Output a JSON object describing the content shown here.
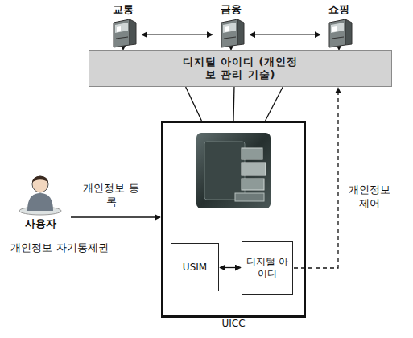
{
  "diagram": {
    "nodes": [
      {
        "text": [
          "교통"
        ]
      },
      {
        "text": [
          "금융"
        ]
      },
      {
        "text": [
          "쇼핑"
        ]
      },
      {
        "text": [
          "디지털 아이디 (개인정보 관리 기술)"
        ]
      },
      {
        "text": [
          "사용자"
        ]
      },
      {
        "text": [
          "UICC"
        ]
      },
      {
        "text": [
          "USIM"
        ],
        "in": 5
      },
      {
        "text": [
          "디지털 아이디"
        ],
        "in": 5
      }
    ],
    "edges": [
      {
        "from": 0,
        "to": 1,
        "arrow": "both"
      },
      {
        "from": 1,
        "to": 2,
        "arrow": "both"
      },
      {
        "from": 3,
        "to": 0,
        "arrow": "to"
      },
      {
        "from": 3,
        "to": 1,
        "arrow": "to"
      },
      {
        "from": 3,
        "to": 2,
        "arrow": "to"
      },
      {
        "from": 5,
        "to": 3,
        "arrow": "none"
      },
      {
        "from": 5,
        "to": 3,
        "arrow": "none"
      },
      {
        "from": 5,
        "to": 3,
        "arrow": "none"
      },
      {
        "from": 4,
        "to": 5,
        "label": "개인정보 등록",
        "arrow": "to"
      },
      {
        "from": 6,
        "to": 7,
        "arrow": "both"
      },
      {
        "from": 7,
        "to": 3,
        "label": "개인정보 제어",
        "arrow": "to"
      }
    ],
    "labels": [
      "개인정보 자기통제권"
    ]
  }
}
